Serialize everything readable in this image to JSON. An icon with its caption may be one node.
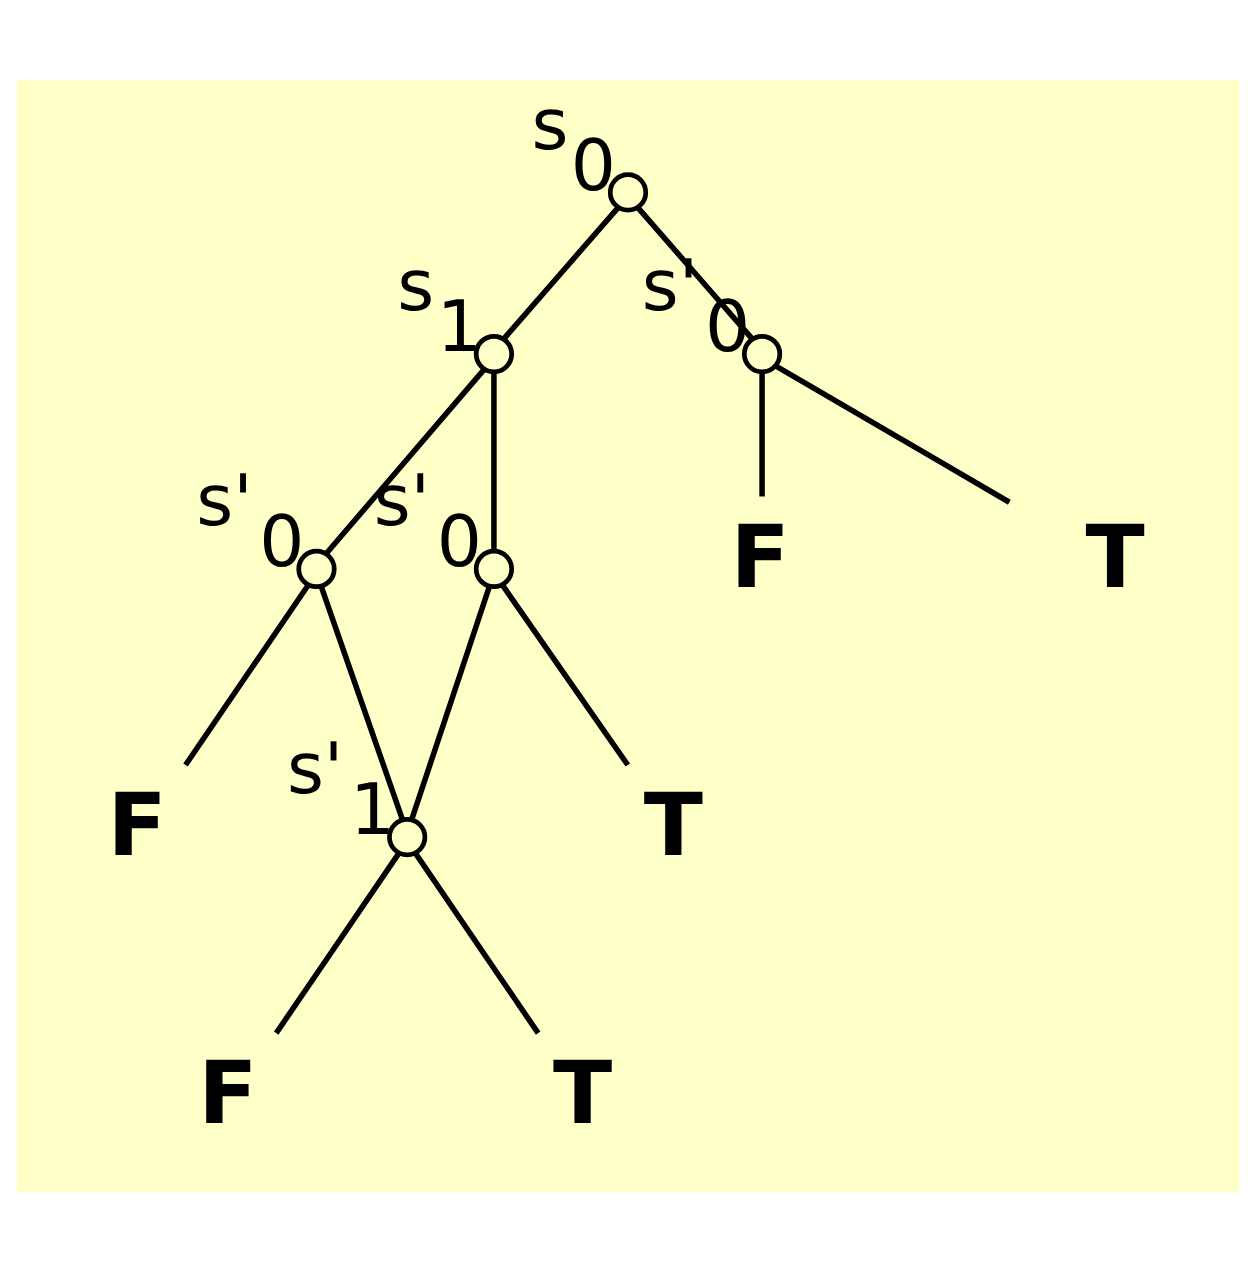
{
  "diagram": {
    "nodes": [
      {
        "text": [],
        "shape": "circle",
        "beside": [
          "s$_{0}$"
        ]
      },
      {
        "text": [],
        "shape": "circle",
        "beside": [
          "s$_{1}$"
        ]
      },
      {
        "text": [],
        "shape": "circle",
        "beside": [
          "s'$_{0}$"
        ]
      },
      {
        "text": [
          "F"
        ]
      },
      {
        "text": [
          "T"
        ]
      },
      {
        "text": [],
        "shape": "circle",
        "beside": [
          "s'$_{0}$"
        ]
      },
      {
        "text": [
          "F"
        ]
      },
      {
        "text": [],
        "shape": "circle",
        "beside": [
          "s'$_{0}$"
        ]
      },
      {
        "text": [
          "T"
        ]
      },
      {
        "text": [],
        "shape": "circle",
        "beside": [
          "s'$_{1}$"
        ]
      },
      {
        "text": [
          "F"
        ]
      },
      {
        "text": [
          "T"
        ]
      }
    ],
    "edges": [
      {
        "from": 0,
        "to": 1,
        "arrow": "none"
      },
      {
        "from": 0,
        "to": 2,
        "arrow": "none"
      },
      {
        "from": 2,
        "to": 3,
        "arrow": "none"
      },
      {
        "from": 2,
        "to": 4,
        "arrow": "none"
      },
      {
        "from": 1,
        "to": 5,
        "arrow": "none"
      },
      {
        "from": 1,
        "to": 7,
        "arrow": "none"
      },
      {
        "from": 5,
        "to": 6,
        "arrow": "none"
      },
      {
        "from": 5,
        "to": 9,
        "arrow": "none"
      },
      {
        "from": 7,
        "to": 9,
        "arrow": "none"
      },
      {
        "from": 7,
        "to": 8,
        "arrow": "none"
      },
      {
        "from": 9,
        "to": 10,
        "arrow": "none"
      },
      {
        "from": 9,
        "to": 11,
        "arrow": "none"
      }
    ]
  }
}
